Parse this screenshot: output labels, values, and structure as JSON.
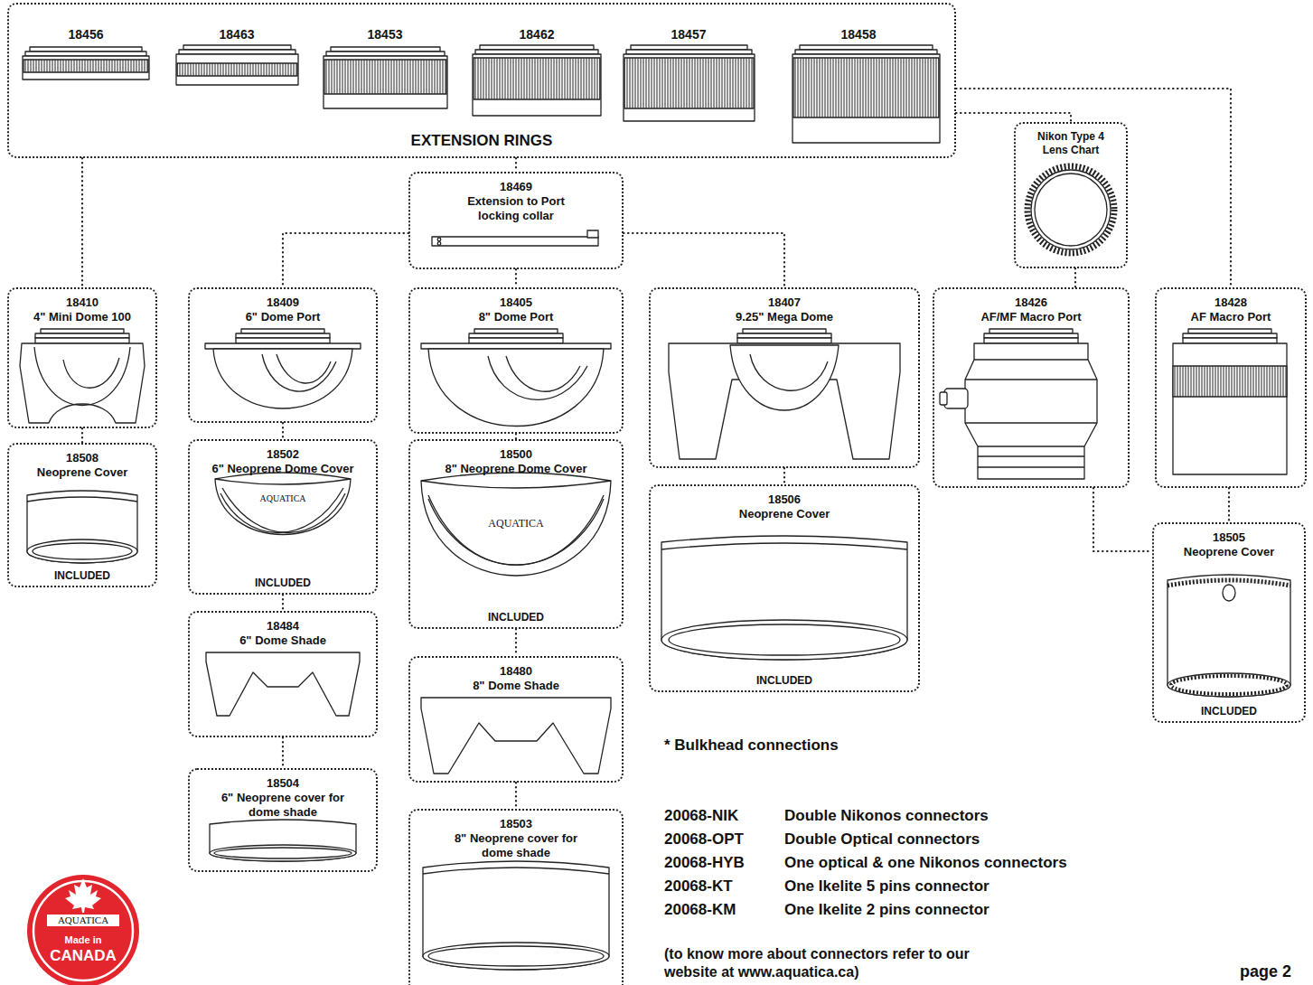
{
  "diagram": {
    "nodes": [
      {
        "text": [
          "EXTENSION RINGS"
        ]
      },
      {
        "text": [
          "Nikon Type 4 Lens Chart"
        ]
      },
      {
        "text": [
          "18469",
          "Extension to Port locking collar"
        ]
      },
      {
        "text": [
          "18410",
          "4\" Mini Dome 100"
        ]
      },
      {
        "text": [
          "18409",
          "6\" Dome Port"
        ]
      },
      {
        "text": [
          "18405",
          "8\" Dome Port"
        ]
      },
      {
        "text": [
          "18407",
          "9.25\" Mega Dome"
        ]
      },
      {
        "text": [
          "18426",
          "AF/MF Macro Port"
        ]
      },
      {
        "text": [
          "18428",
          "AF Macro Port"
        ]
      },
      {
        "text": [
          "18508",
          "Neoprene Cover",
          "INCLUDED"
        ]
      },
      {
        "text": [
          "18502",
          "6\" Neoprene Dome Cover",
          "INCLUDED"
        ]
      },
      {
        "text": [
          "18500",
          "8\" Neoprene Dome Cover",
          "INCLUDED"
        ]
      },
      {
        "text": [
          "18506",
          "Neoprene Cover",
          "INCLUDED"
        ]
      },
      {
        "text": [
          "18505",
          "Neoprene Cover",
          "INCLUDED"
        ]
      },
      {
        "text": [
          "18484",
          "6\" Dome Shade"
        ]
      },
      {
        "text": [
          "18480",
          "8\" Dome Shade"
        ]
      },
      {
        "text": [
          "18504",
          "6\" Neoprene cover for dome shade"
        ]
      },
      {
        "text": [
          "18503",
          "8\" Neoprene cover for dome shade"
        ]
      }
    ],
    "edges": [
      {
        "from": 0,
        "to": 2,
        "arrow": "none"
      },
      {
        "from": 0,
        "to": 3,
        "arrow": "none"
      },
      {
        "from": 0,
        "to": 1,
        "arrow": "none"
      },
      {
        "from": 0,
        "to": 8,
        "arrow": "none"
      },
      {
        "from": 2,
        "to": 4,
        "arrow": "none"
      },
      {
        "from": 2,
        "to": 5,
        "arrow": "none"
      },
      {
        "from": 2,
        "to": 6,
        "arrow": "none"
      },
      {
        "from": 1,
        "to": 7,
        "arrow": "none"
      },
      {
        "from": 3,
        "to": 9,
        "arrow": "none"
      },
      {
        "from": 4,
        "to": 10,
        "arrow": "none"
      },
      {
        "from": 5,
        "to": 11,
        "arrow": "none"
      },
      {
        "from": 6,
        "to": 12,
        "arrow": "none"
      },
      {
        "from": 7,
        "to": 13,
        "arrow": "none"
      },
      {
        "from": 8,
        "to": 13,
        "arrow": "none"
      },
      {
        "from": 10,
        "to": 14,
        "arrow": "none"
      },
      {
        "from": 11,
        "to": 15,
        "arrow": "none"
      },
      {
        "from": 14,
        "to": 16,
        "arrow": "none"
      },
      {
        "from": 15,
        "to": 17,
        "arrow": "none"
      }
    ],
    "labels": [
      "18456",
      "18463",
      "18453",
      "18462",
      "18457",
      "18458",
      "AQUATICA",
      "AQUATICA",
      "* Bulkhead connections",
      "20068-NIK",
      "Double Nikonos connectors",
      "20068-OPT",
      "Double Optical connectors",
      "20068-HYB",
      "One optical & one Nikonos connectors",
      "20068-KT",
      "One Ikelite 5 pins connector",
      "20068-KM",
      "One Ikelite 2 pins connector",
      "(to know more about connectors refer to our website at www.aquatica.ca)",
      "page 2",
      "AQUATICA",
      "Made in",
      "CANADA"
    ]
  }
}
